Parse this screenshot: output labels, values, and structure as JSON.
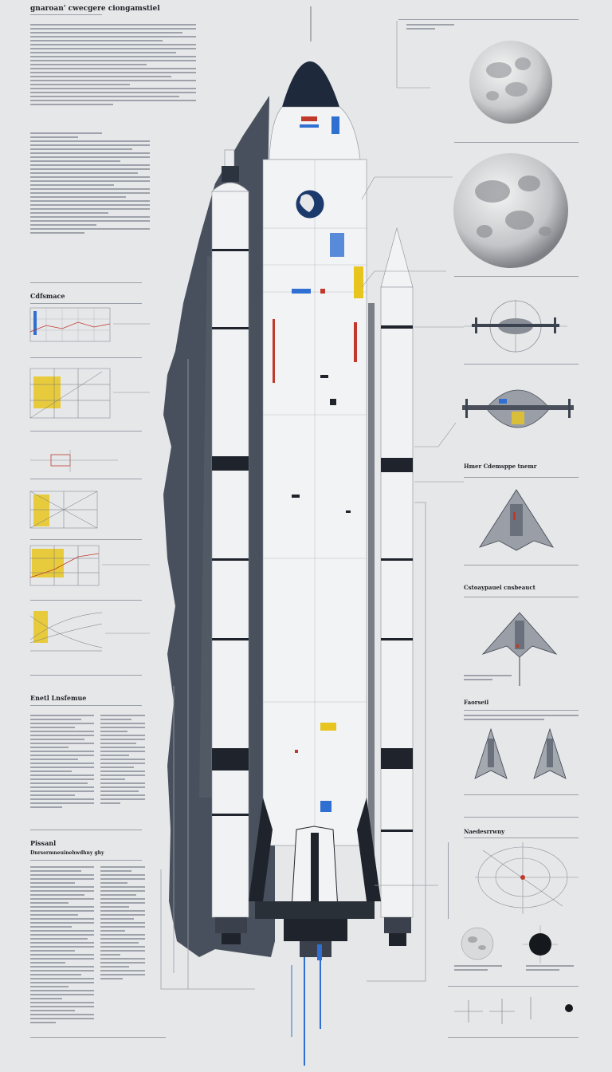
{
  "left_column": {
    "title": "gnaroan' cwecgere ciongamstiel",
    "section_1": "Cdfsmace",
    "section_2": "Enetl Lnsfemue",
    "section_3": "Pissanl",
    "section_3_subtitle": "Dnrsermneuinehwdhny ghy"
  },
  "right_column": {
    "section_1": "Hmer Cdemsppe tnemr",
    "section_2": "Cstoaypauel cnsbeauct",
    "section_3": "Faorseil",
    "section_4": "Naedesrrwny"
  },
  "colors": {
    "background": "#e6e7e9",
    "rocket_body": "#f2f3f5",
    "nose_cone": "#1e2a3c",
    "shadow": "#3c4350",
    "accent_blue": "#2f6fd1",
    "accent_red": "#c0392b",
    "accent_yellow": "#e8c51e"
  },
  "icons": [
    "moon-icon",
    "rocket-icon",
    "spacecraft-icon",
    "earth-globe-icon"
  ]
}
